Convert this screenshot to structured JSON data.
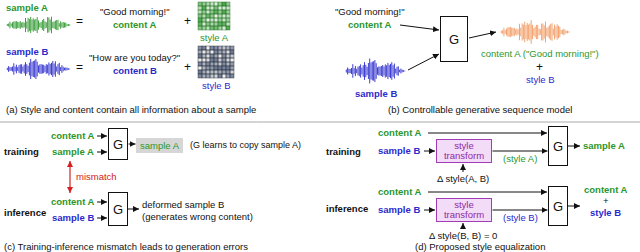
{
  "diagram": {
    "nodes": [
      {
        "text": [
          "G"
        ]
      },
      {
        "text": [
          "G"
        ]
      },
      {
        "text": [
          "sample A"
        ]
      },
      {
        "text": [
          "G"
        ]
      },
      {
        "text": [
          "style transform"
        ]
      },
      {
        "text": [
          "G"
        ]
      },
      {
        "text": [
          "style transform"
        ]
      },
      {
        "text": [
          "G"
        ]
      }
    ],
    "edges": [
      {
        "from": 1,
        "to": 2,
        "arrow": "to"
      },
      {
        "from": 4,
        "to": 5,
        "label": "(style A)",
        "arrow": "to"
      },
      {
        "from": 6,
        "to": 7,
        "label": "(style B)",
        "arrow": "to"
      }
    ],
    "labels": [
      "sample A",
      "=",
      "\"Good morning!\"",
      "content A",
      "+",
      "style A",
      "sample B",
      "=",
      "\"How are you today?\"",
      "content B",
      "+",
      "style B",
      "(a) Style and content contain all information about a sample",
      "\"Good morning!\"",
      "content A",
      "sample B",
      "content A (\"Good morning!\")",
      "+",
      "style B",
      "(b) Controllable generative sequence model",
      "training",
      "content A",
      "sample A",
      "mismatch",
      "(G learns to copy sample A)",
      "inference",
      "content A",
      "sample B",
      "deformed sample B",
      "(generates wrong content)",
      "(c) Training-inference mismatch leads to generation errors",
      "training",
      "content A",
      "sample B",
      "Δ style(A, B)",
      "sample A",
      "inference",
      "content A",
      "sample B",
      "Δ style(B, B) = 0",
      "content A",
      "+",
      "style B",
      "(d) Proposed style equalization"
    ]
  }
}
